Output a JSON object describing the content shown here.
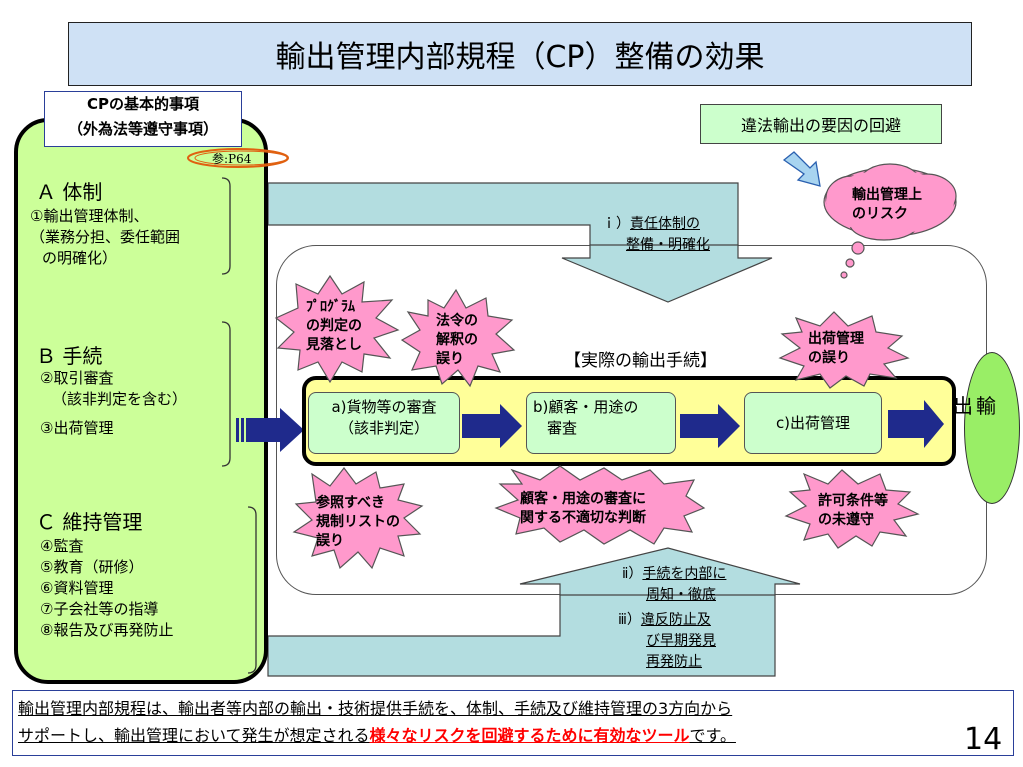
{
  "title": "輸出管理内部規程（CP）整備の効果",
  "basic": {
    "line1": "CPの基本的事項",
    "line2": "（外為法等遵守事項）",
    "ref": "参:P64"
  },
  "sections": {
    "a": {
      "title": "Ａ 体制",
      "lines": [
        "①輸出管理体制、",
        "（業務分担、委任範囲",
        "の明確化）"
      ]
    },
    "b": {
      "title": "Ｂ 手続",
      "lines": [
        "②取引審査",
        "（該非判定を含む）",
        "③出荷管理"
      ]
    },
    "c": {
      "title": "Ｃ 維持管理",
      "lines": [
        "④監査",
        "⑤教育（研修）",
        "⑥資料管理",
        "⑦子会社等の指導",
        "⑧報告及び再発防止"
      ]
    }
  },
  "risk_avoid": "違法輸出の要因の回避",
  "cloud": {
    "line1": "輸出管理上",
    "line2": "のリスク"
  },
  "effect_i": {
    "num": "ｉ）",
    "line1": "責任体制の",
    "line2": "整備・明確化"
  },
  "effect_ii": {
    "num": "ⅱ）",
    "line1": "手続を内部に",
    "line2": "周知・徹底"
  },
  "effect_iii": {
    "num": "ⅲ）",
    "line1": "違反防止及",
    "line2": "び早期発見",
    "line3": "再発防止"
  },
  "actual_label": "【実際の輸出手続】",
  "steps": {
    "a": {
      "line1": "a)貨物等の審査",
      "line2": "（該非判定）"
    },
    "b": {
      "line1": "b)顧客・用途の",
      "line2": "審査"
    },
    "c": {
      "line1": "c)出荷管理"
    }
  },
  "export_label": "輸出",
  "risks": {
    "program": [
      "ﾌﾟﾛｸﾞﾗﾑ",
      "の判定の",
      "見落とし"
    ],
    "law": [
      "法令の",
      "解釈の",
      "誤り"
    ],
    "shipping": [
      "出荷管理",
      "の誤り"
    ],
    "list": [
      "参照すべき",
      "規制リストの",
      "誤り"
    ],
    "customer": [
      "顧客・用途の審査に",
      "関する不適切な判断"
    ],
    "permit": [
      "許可条件等",
      "の未遵守"
    ]
  },
  "bottom": {
    "line1": "輸出管理内部規程は、輸出者等内部の輸出・技術提供手続を、体制、手続及び維持管理の3方向から",
    "line2_a": "サポートし、輸出管理において発生が想定される",
    "line2_b": "様々なリスクを回避するために有効なツール",
    "line2_c": "です。"
  },
  "page_number": "14",
  "colors": {
    "panel_green": "#ccff99",
    "title_blue": "#cfe1f5",
    "burst_pink": "#ff99cc",
    "arrow_navy": "#1f2a8c",
    "band_teal": "#b3dde0",
    "process_yellow": "#ffff99",
    "highlight_red": "#ff0000"
  }
}
